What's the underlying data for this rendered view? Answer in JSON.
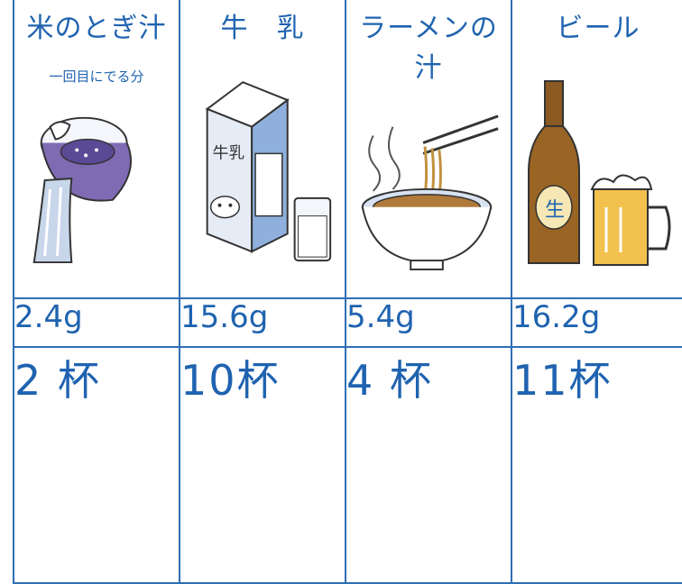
{
  "columns": [
    {
      "title": "米のとぎ汁",
      "subtitle": "一回目にでる分",
      "value": "2.4g",
      "cups": "2 杯",
      "illustration": "rice-water-pour-icon"
    },
    {
      "title": "牛　乳",
      "subtitle": "",
      "value": "15.6g",
      "cups": "10杯",
      "illustration": "milk-carton-icon"
    },
    {
      "title": "ラーメンの汁",
      "subtitle": "",
      "value": "5.4g",
      "cups": "4 杯",
      "illustration": "ramen-bowl-icon"
    },
    {
      "title": "ビール",
      "subtitle": "",
      "value": "16.2g",
      "cups": "11杯",
      "illustration": "beer-bottle-icon"
    }
  ],
  "colors": {
    "border": "#2f6fb3",
    "value_row_bg": "#c8d3ea",
    "text": "#1f63b0"
  }
}
